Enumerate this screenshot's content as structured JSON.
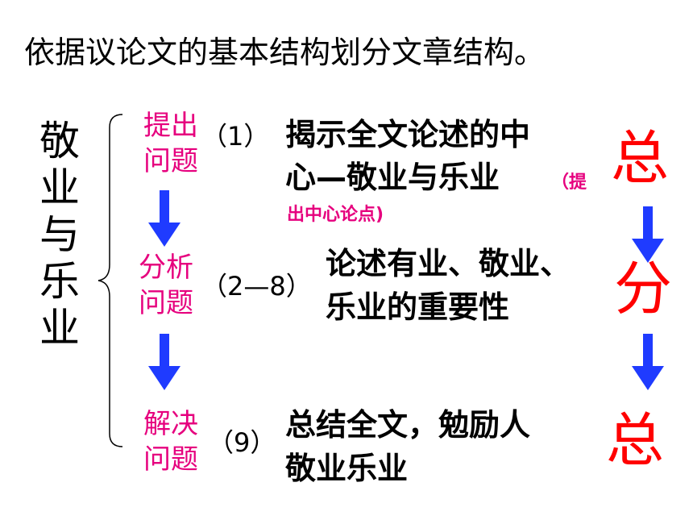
{
  "title": "依据议论文的基本结构划分文章结构。",
  "essay_title": "敬业与乐业",
  "steps": [
    {
      "label": "提出问题",
      "paren": "（1）",
      "desc_line1": "揭示全文论述的中",
      "desc_line2": "心—敬业与乐业",
      "note_part1": "（提",
      "note_part2": "出中心论点)",
      "marker": "总"
    },
    {
      "label": "分析问题",
      "paren": "（2—8）",
      "desc_line1": "论述有业、敬业、",
      "desc_line2": "乐业的重要性",
      "marker": "分"
    },
    {
      "label": "解决问题",
      "paren": "（9）",
      "desc_line1": "总结全文，勉励人",
      "desc_line2": "敬业乐业",
      "marker": "总"
    }
  ],
  "colors": {
    "step_label": "#e6007e",
    "marker": "#ff0000",
    "arrow": "#1f3bff",
    "text": "#000000"
  }
}
